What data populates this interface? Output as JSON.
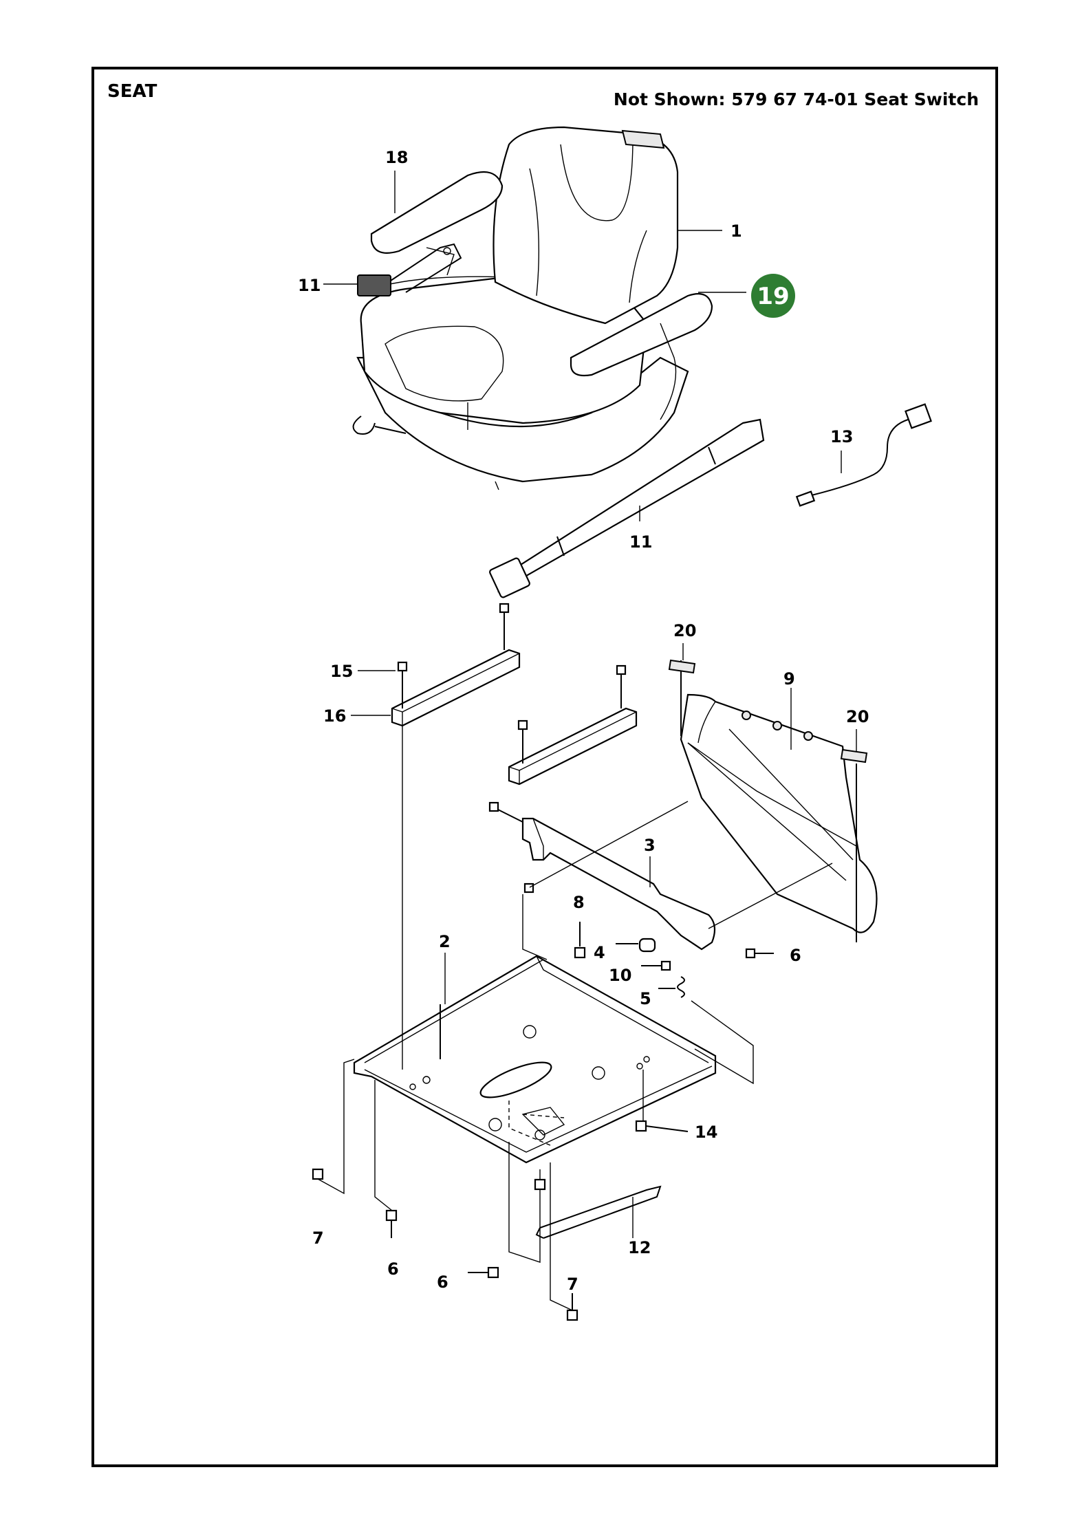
{
  "header": {
    "title": "SEAT",
    "not_shown": "Not Shown: 579 67 74-01 Seat Switch"
  },
  "colors": {
    "highlight_badge": "#2e7d32",
    "line": "#000000",
    "background": "#ffffff"
  },
  "callouts": {
    "c1": "1",
    "c2": "2",
    "c3": "3",
    "c4": "4",
    "c5": "5",
    "c6a": "6",
    "c6b": "6",
    "c6c": "6",
    "c7a": "7",
    "c7b": "7",
    "c8": "8",
    "c9": "9",
    "c10": "10",
    "c11a": "11",
    "c11b": "11",
    "c12": "12",
    "c13": "13",
    "c14": "14",
    "c15": "15",
    "c16": "16",
    "c18": "18",
    "c20a": "20",
    "c20b": "20",
    "c19": "19"
  }
}
